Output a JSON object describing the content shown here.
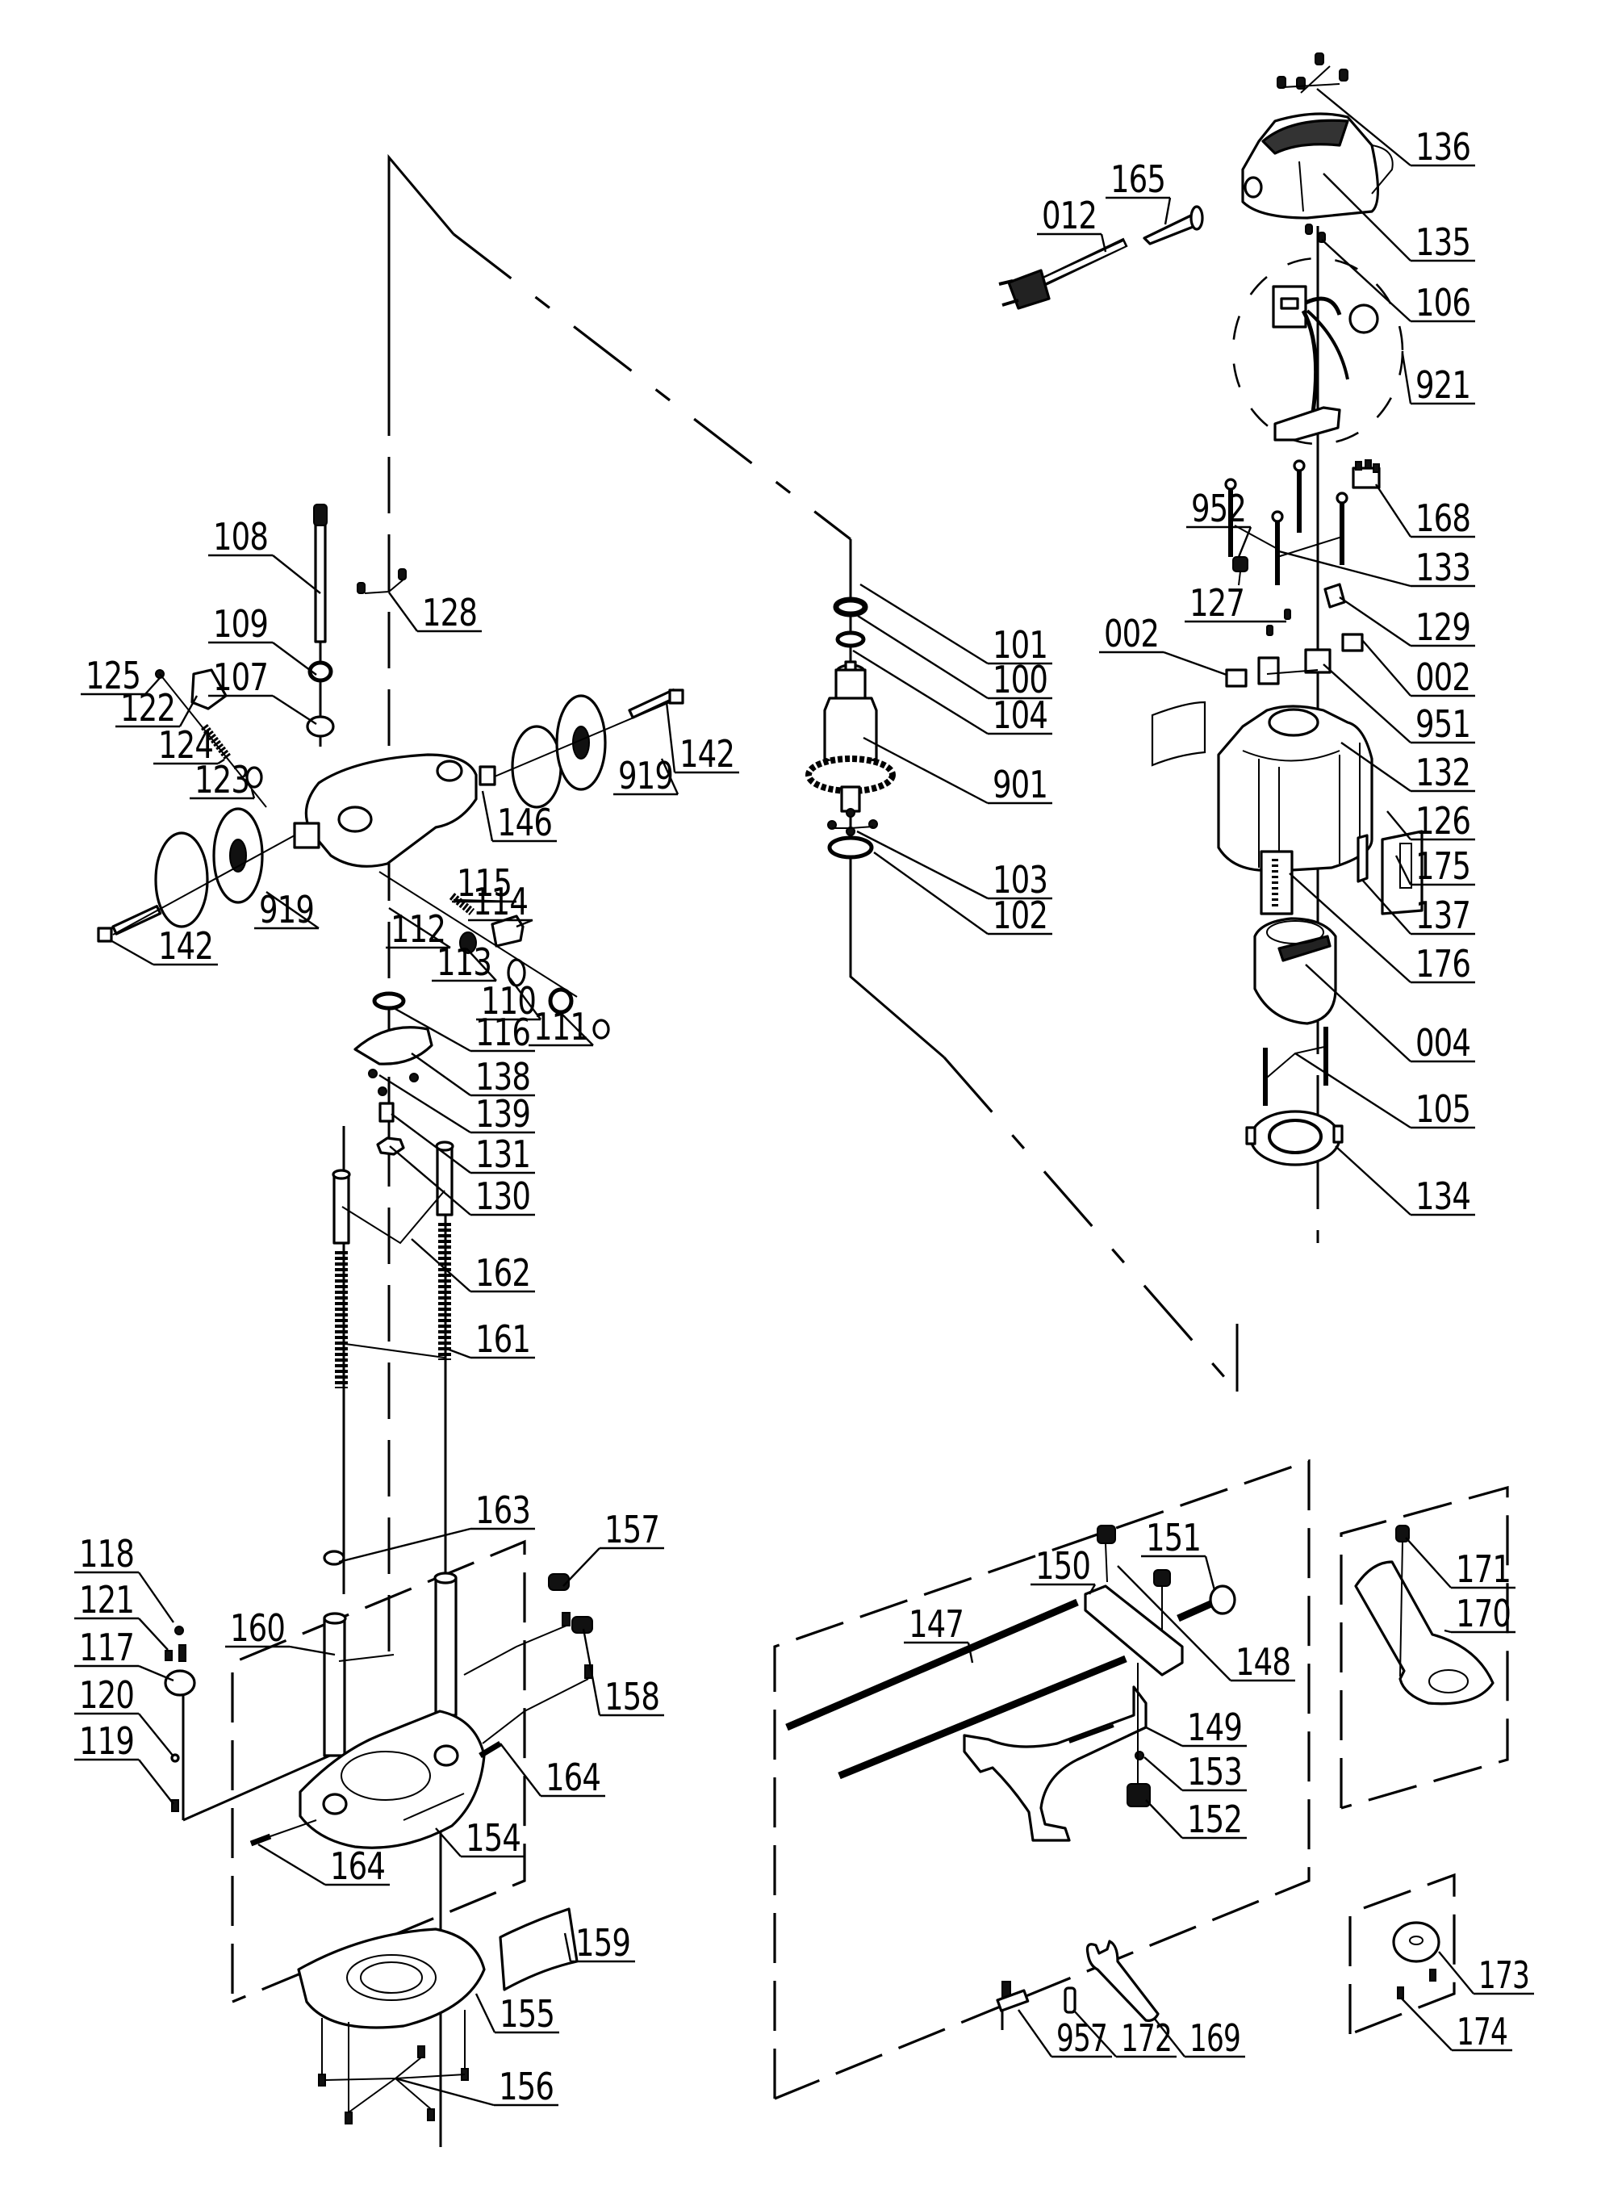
{
  "diagram": {
    "type": "exploded-parts-diagram",
    "subject": "plunge router",
    "line_color": "#000000",
    "background_color": "#ffffff"
  },
  "callouts": {
    "c136": "136",
    "c135": "135",
    "c106": "106",
    "c921": "921",
    "c012": "012",
    "c165": "165",
    "c168": "168",
    "c952": "952",
    "c133": "133",
    "c127": "127",
    "c129": "129",
    "c002a": "002",
    "c002b": "002",
    "c951": "951",
    "c132": "132",
    "c126": "126",
    "c175": "175",
    "c137": "137",
    "c176": "176",
    "c004": "004",
    "c105": "105",
    "c134": "134",
    "c101": "101",
    "c100": "100",
    "c104": "104",
    "c901": "901",
    "c103": "103",
    "c102": "102",
    "c108": "108",
    "c128": "128",
    "c109": "109",
    "c107": "107",
    "c125": "125",
    "c122": "122",
    "c124": "124",
    "c123": "123",
    "c146": "146",
    "c142a": "142",
    "c919a": "919",
    "c919b": "919",
    "c142b": "142",
    "c115": "115",
    "c114": "114",
    "c112": "112",
    "c113": "113",
    "c110": "110",
    "c111": "111",
    "c116": "116",
    "c138": "138",
    "c139": "139",
    "c131": "131",
    "c130": "130",
    "c162": "162",
    "c161": "161",
    "c163": "163",
    "c118": "118",
    "c121": "121",
    "c117": "117",
    "c120": "120",
    "c119": "119",
    "c157": "157",
    "c160": "160",
    "c158": "158",
    "c164a": "164",
    "c164b": "164",
    "c154": "154",
    "c159": "159",
    "c155": "155",
    "c156": "156",
    "c151": "151",
    "c150": "150",
    "c147": "147",
    "c148": "148",
    "c149": "149",
    "c153": "153",
    "c152": "152",
    "c171": "171",
    "c170": "170",
    "c957": "957",
    "c172": "172",
    "c169": "169",
    "c173": "173",
    "c174": "174"
  }
}
